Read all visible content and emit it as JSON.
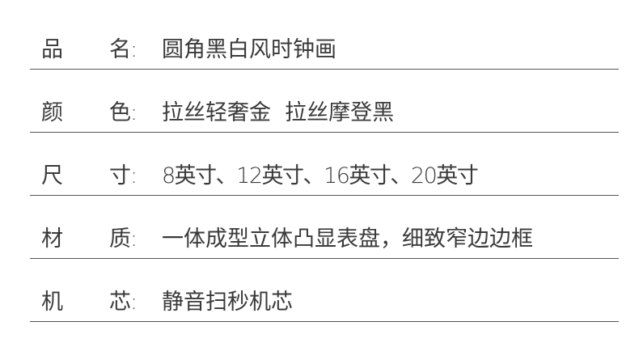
{
  "specs": [
    {
      "label_1": "品",
      "label_2": "名",
      "colon": ":",
      "value": "圆角黑白风时钟画"
    },
    {
      "label_1": "颜",
      "label_2": "色",
      "colon": ":",
      "value": "拉丝轻奢金  拉丝摩登黑"
    },
    {
      "label_1": "尺",
      "label_2": "寸",
      "colon": ":",
      "value": "8英寸、12英寸、16英寸、20英寸"
    },
    {
      "label_1": "材",
      "label_2": "质",
      "colon": ":",
      "value": "一体成型立体凸显表盘，细致窄边边框"
    },
    {
      "label_1": "机",
      "label_2": "芯",
      "colon": ":",
      "value": "静音扫秒机芯"
    }
  ]
}
